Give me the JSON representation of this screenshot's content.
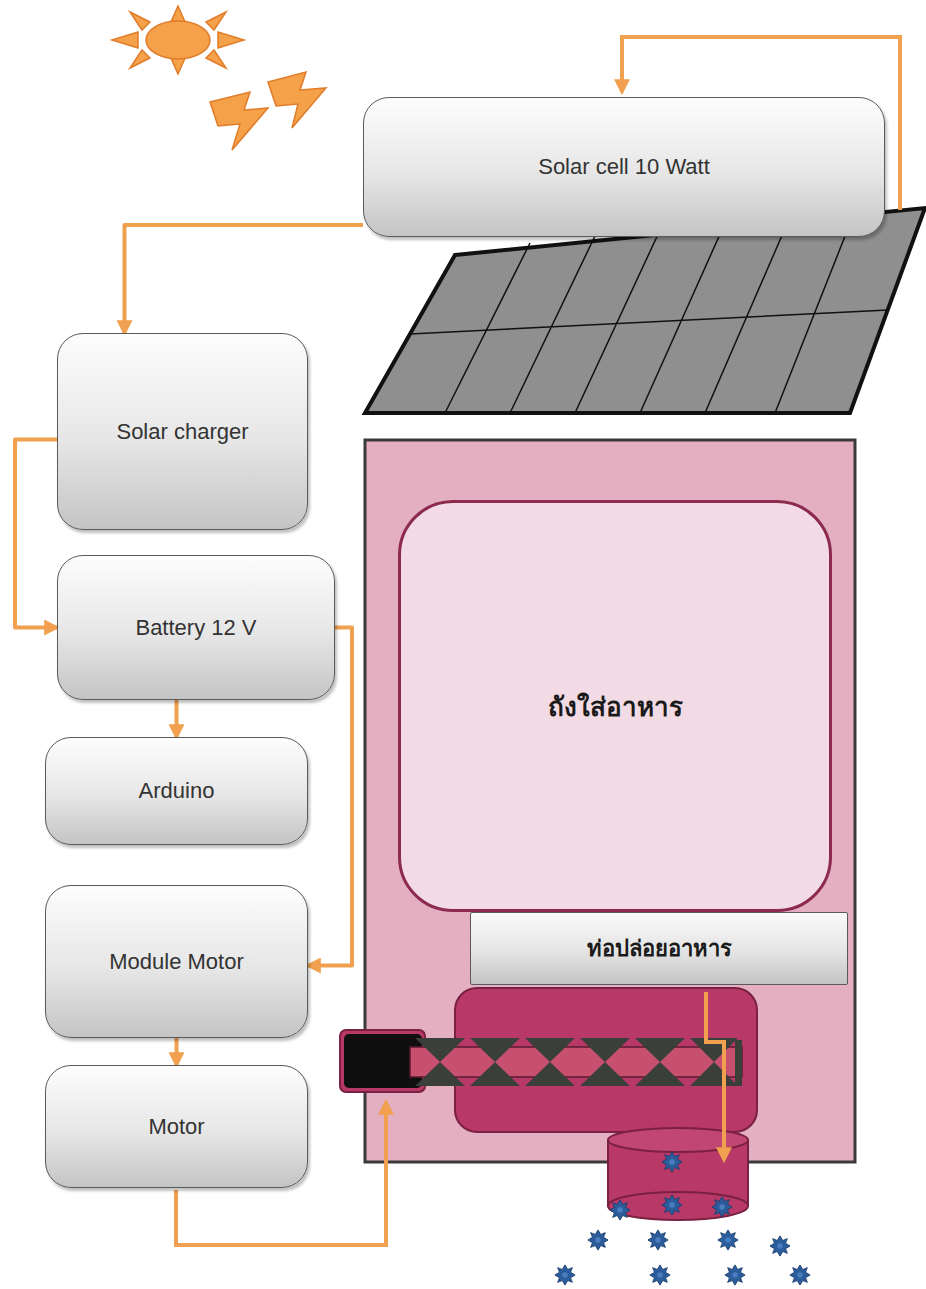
{
  "diagram": {
    "nodes": [
      {
        "text": [
          "Solar cell 10 Watt"
        ]
      },
      {
        "text": [
          "Solar charger"
        ]
      },
      {
        "text": [
          "Battery 12 V"
        ]
      },
      {
        "text": [
          "ถังใส่อาหาร"
        ]
      },
      {
        "text": [
          "Arduino"
        ]
      },
      {
        "text": [
          "ท่อปล่อยอาหาร"
        ]
      },
      {
        "text": [
          "Module Motor"
        ]
      },
      {
        "text": [
          "Motor"
        ]
      }
    ],
    "edges": [
      {
        "from": 0,
        "to": 1,
        "arrow": "to"
      },
      {
        "from": 1,
        "to": 2,
        "arrow": "to"
      },
      {
        "from": 2,
        "to": 4,
        "arrow": "to"
      },
      {
        "from": 2,
        "to": 6,
        "arrow": "to"
      },
      {
        "from": 6,
        "to": 7,
        "arrow": "to"
      }
    ]
  }
}
